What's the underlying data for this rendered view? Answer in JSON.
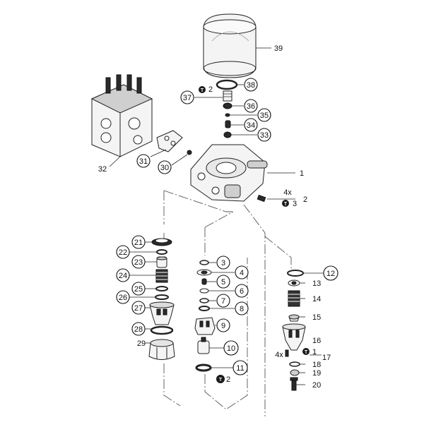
{
  "callouts": {
    "c1": "1",
    "c2": "2",
    "c2b": "2",
    "c3": "3",
    "c3b": "3",
    "c4": "4",
    "c5": "5",
    "c6": "6",
    "c7": "7",
    "c8": "8",
    "c9": "9",
    "c10": "10",
    "c11": "11",
    "c12": "12",
    "c13": "13",
    "c14": "14",
    "c15": "15",
    "c16": "16",
    "c17": "17",
    "c18": "18",
    "c19": "19",
    "c20": "20",
    "c21": "21",
    "c22": "22",
    "c23": "23",
    "c24": "24",
    "c25": "25",
    "c26": "26",
    "c27": "27",
    "c28": "28",
    "c29": "29",
    "c30": "30",
    "c31": "31",
    "c32": "32",
    "c33": "33",
    "c34": "34",
    "c35": "35",
    "c36": "36",
    "c37": "37",
    "c38": "38",
    "c39": "39",
    "tool_2": "2",
    "tool_1": "1",
    "tool_2b": "2",
    "qty_4x_top": "4x",
    "qty_4x_bottom": "4x"
  }
}
